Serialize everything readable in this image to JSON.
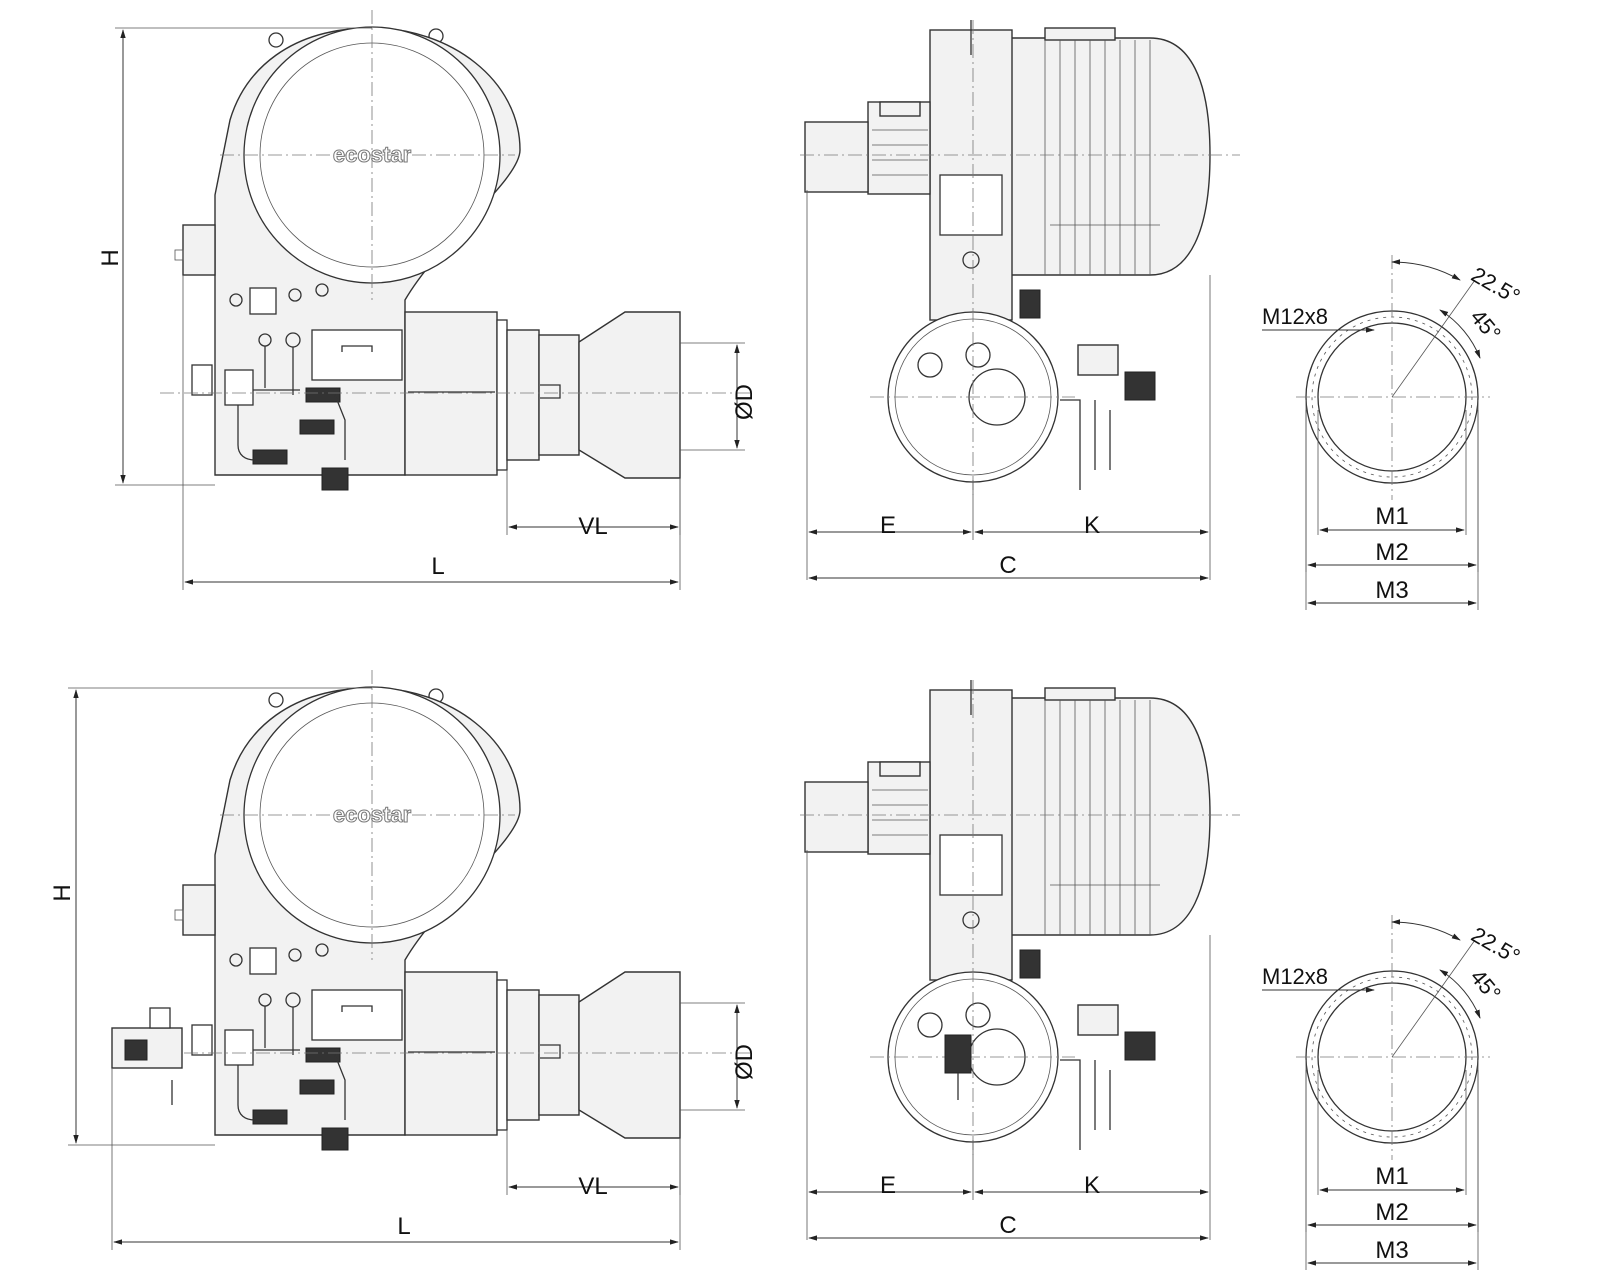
{
  "diagram": {
    "brand_logo": "ecostar",
    "dimensions": {
      "H": "H",
      "L": "L",
      "VL": "VL",
      "OD": "ØD",
      "E": "E",
      "K": "K",
      "C": "C",
      "M1": "M1",
      "M2": "M2",
      "M3": "M3",
      "bolts": "M12x8",
      "angle_a": "22.5°",
      "angle_b": "45°"
    }
  }
}
